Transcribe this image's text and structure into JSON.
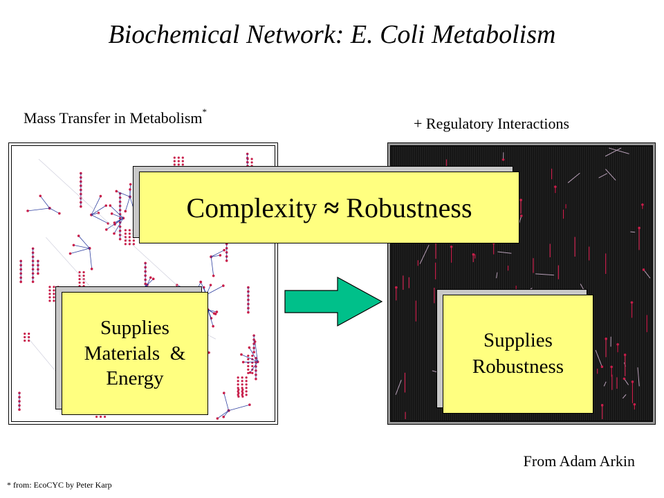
{
  "title": "Biochemical Network: E. Coli Metabolism",
  "left_caption": {
    "text": "Mass Transfer in Metabolism",
    "marker": "*"
  },
  "right_caption": "+ Regulatory Interactions",
  "callouts": {
    "complexity": {
      "left": "Complexity",
      "symbol": "≈",
      "right": "Robustness"
    },
    "supplies_materials": [
      "Supplies",
      "Materials  &",
      "Energy"
    ],
    "supplies_robustness": [
      "Supplies",
      "Robustness"
    ]
  },
  "source_note": "From Adam Arkin",
  "footnote": {
    "marker": "*",
    "text": "from: EcoCYC by Peter Karp"
  },
  "colors": {
    "callout_fill": "#ffff80",
    "arrow_fill": "#00c08a",
    "node_color": "#c81e4a",
    "edge_color": "#3040a0",
    "regulatory_panel": "#111111",
    "regulatory_links": "#c81e4a"
  }
}
